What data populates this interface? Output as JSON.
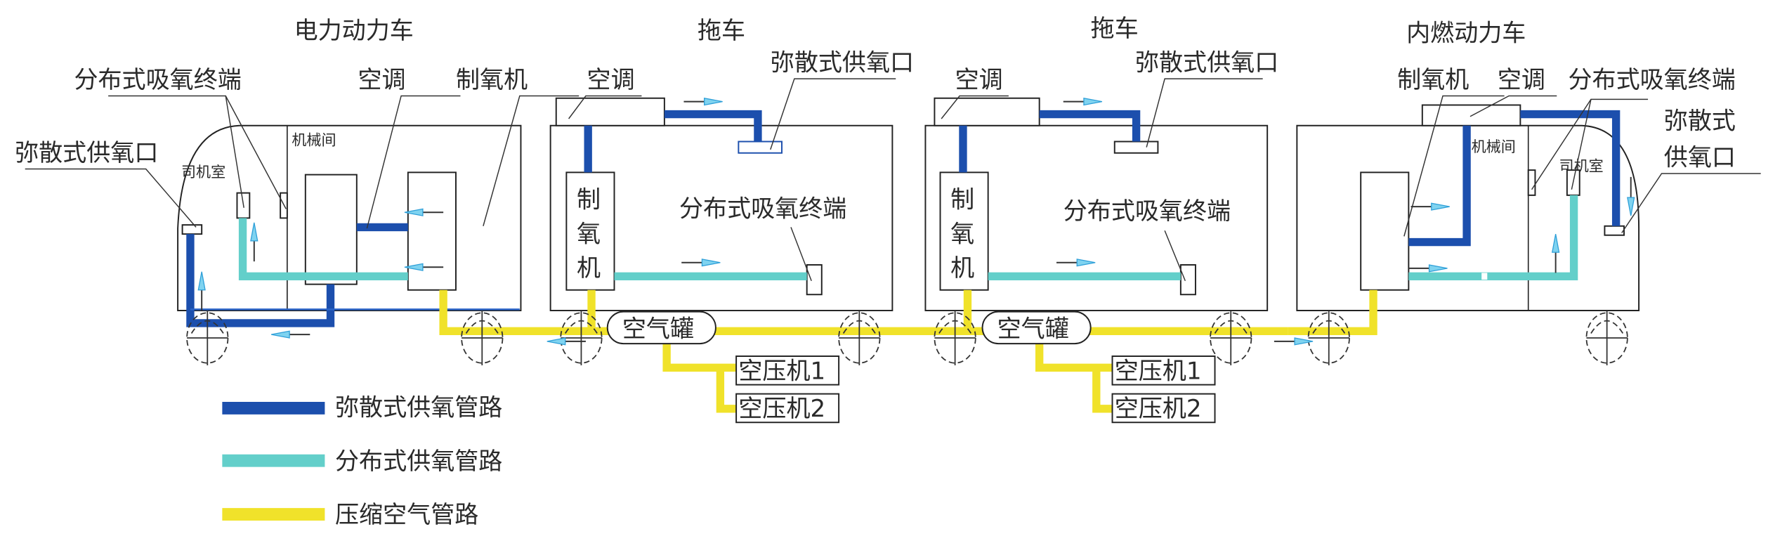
{
  "diagram": {
    "title": "动车组供氧系统示意图",
    "cars": [
      {
        "id": "electric-power-car",
        "name": "电力动力车"
      },
      {
        "id": "trailer-1",
        "name": "拖车"
      },
      {
        "id": "trailer-2",
        "name": "拖车"
      },
      {
        "id": "diesel-power-car",
        "name": "内燃动力车"
      }
    ],
    "labels": {
      "distributed_terminal": "分布式吸氧终端",
      "diffuse_outlet": "弥散式供氧口",
      "diffuse_outlet_line1": "弥散式",
      "diffuse_outlet_line2": "供氧口",
      "air_conditioner": "空调",
      "oxygen_generator": "制氧机",
      "oxygen_generator_vertical": [
        "制",
        "氧",
        "机"
      ],
      "machine_room": "机械间",
      "driver_cab": "司机室",
      "air_tank": "空气罐",
      "compressor_1": "空压机1",
      "compressor_2": "空压机2"
    },
    "legend": [
      {
        "id": "diffuse",
        "label": "弥散式供氧管路",
        "color": "#1c4fad"
      },
      {
        "id": "distributed",
        "label": "分布式供氧管路",
        "color": "#63cfca"
      },
      {
        "id": "compressed-air",
        "label": "压缩空气管路",
        "color": "#f0e22a"
      }
    ],
    "colors": {
      "diffuse_pipe": "#1c4fad",
      "distributed_pipe": "#63cfca",
      "compressed_air_pipe": "#f0e22a",
      "flow_arrow": "#7fd3f0"
    }
  }
}
